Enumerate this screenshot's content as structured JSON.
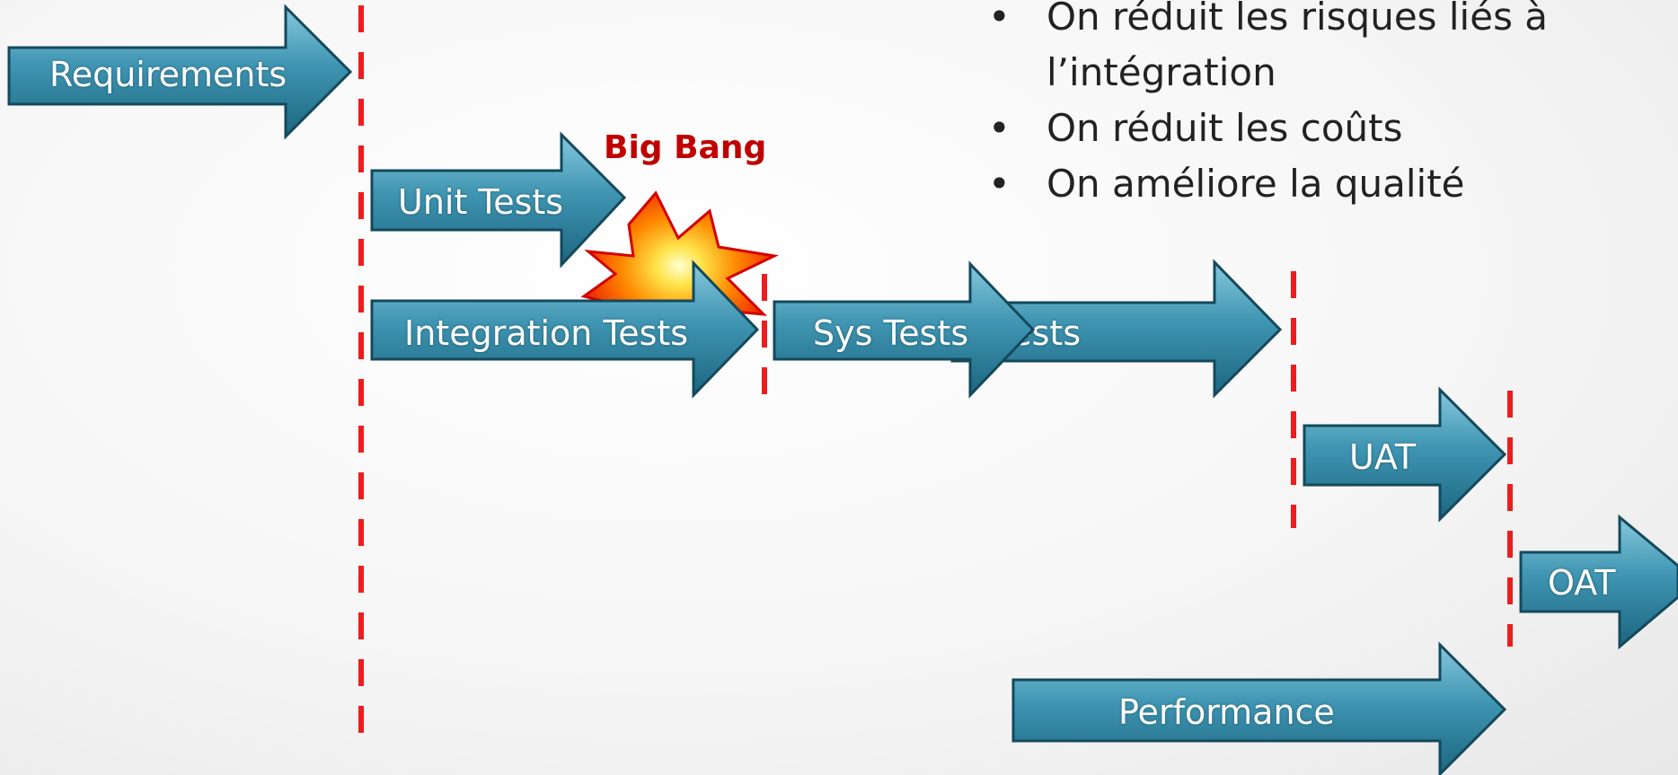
{
  "colors": {
    "arrow_light": "#6fb8d1",
    "arrow_mid": "#3e93b0",
    "arrow_dark": "#1f6c86",
    "arrow_border": "#14495c",
    "milestone_line": "#ee1c1c",
    "bigbang_text": "#c00000",
    "bullet_text": "#222222"
  },
  "bullets": [
    "On réduit les risques liés à l’intégration",
    "On réduit les coûts",
    "On améliore la qualité"
  ],
  "bigbang": {
    "label": "Big Bang",
    "icon": "explosion-icon"
  },
  "arrows": {
    "requirements": "Requirements",
    "unit_tests": "Unit Tests",
    "integration_tests": "Integration Tests",
    "sys_tests": "Sys Tests",
    "sys_tests_behind": "Sys Tests",
    "uat": "UAT",
    "oat": "OAT",
    "performance": "Performance"
  }
}
